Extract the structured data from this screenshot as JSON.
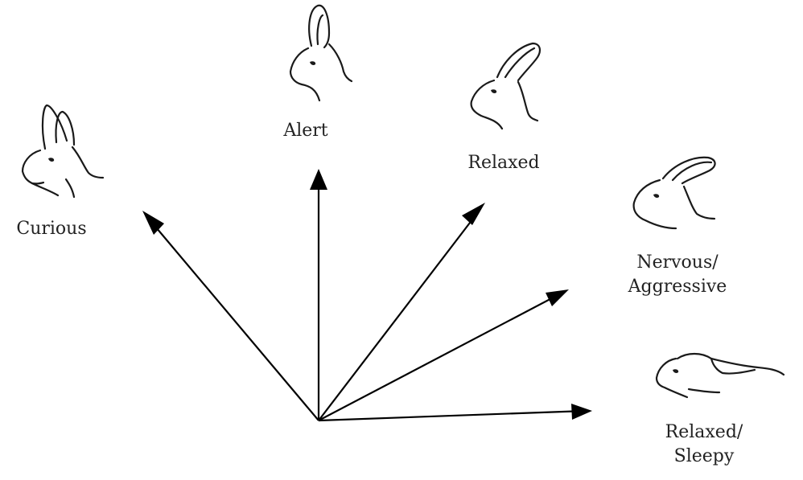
{
  "diagram": {
    "line_color": "#000000",
    "states": [
      {
        "id": "curious",
        "label_lines": [
          "Curious"
        ],
        "icon": "rabbit-head-ears-up-forward-icon"
      },
      {
        "id": "alert",
        "label_lines": [
          "Alert"
        ],
        "icon": "rabbit-head-ears-straight-up-icon"
      },
      {
        "id": "relaxed",
        "label_lines": [
          "Relaxed"
        ],
        "icon": "rabbit-head-ears-angled-back-icon"
      },
      {
        "id": "nervous-aggressive",
        "label_lines": [
          "Nervous/",
          "Aggressive"
        ],
        "icon": "rabbit-head-ears-back-icon"
      },
      {
        "id": "relaxed-sleepy",
        "label_lines": [
          "Relaxed/",
          "Sleepy"
        ],
        "icon": "rabbit-head-ears-flat-icon"
      }
    ]
  }
}
